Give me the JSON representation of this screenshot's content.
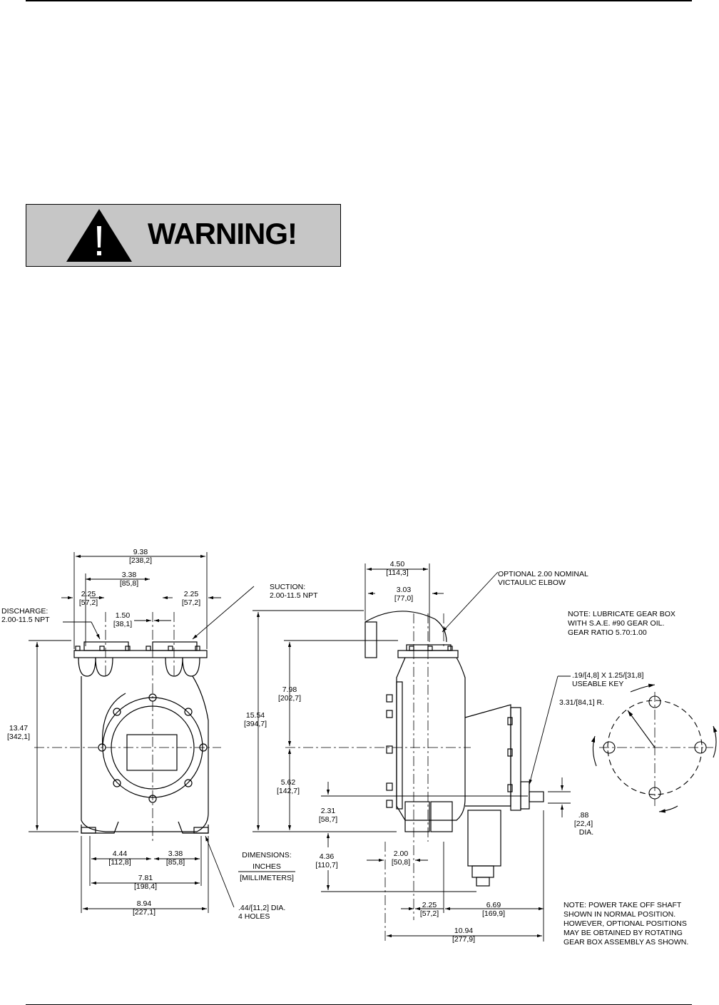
{
  "warning": {
    "label": "WARNING!",
    "icon": "warning-triangle-icon",
    "box_color": "#c6c6c6"
  },
  "front": {
    "overall_width": [
      "9.38",
      "[238,2]"
    ],
    "port_spacing": [
      "3.38",
      "[85,8]"
    ],
    "discharge_offset": [
      "2.25",
      "[57,2]"
    ],
    "suction_offset": [
      "2.25",
      "[57,2]"
    ],
    "center_offset": [
      "1.50",
      "[38,1]"
    ],
    "discharge": [
      "DISCHARGE:",
      "2.00-11.5 NPT"
    ],
    "suction": [
      "SUCTION:",
      "2.00-11.5 NPT"
    ],
    "height": [
      "13.47",
      "[342,1]"
    ],
    "base_left": [
      "4.44",
      "[112,8]"
    ],
    "base_right": [
      "3.38",
      "[85,8]"
    ],
    "base_holes": [
      "7.81",
      "[198,4]"
    ],
    "base_width": [
      "8.94",
      "[227,1]"
    ],
    "holes": [
      ".44/[11,2] DIA.",
      "4 HOLES"
    ]
  },
  "legend": {
    "title": "DIMENSIONS:",
    "inches": "INCHES",
    "mm": "[MILLIMETERS]"
  },
  "side": {
    "top_width": [
      "4.50",
      "[114,3]"
    ],
    "elbow_offset": [
      "3.03",
      "[77,0]"
    ],
    "elbow_note": [
      "OPTIONAL 2.00 NOMINAL",
      "VICTAULIC ELBOW"
    ],
    "overall_height": [
      "15.54",
      "[394,7]"
    ],
    "upper_height": [
      "7.98",
      "[202,7]"
    ],
    "lower_height": [
      "5.62",
      "[142,7]"
    ],
    "shaft_height": [
      "2.31",
      "[58,7]"
    ],
    "gearbox_drop": [
      "4.36",
      "[110,7]"
    ],
    "base_offset": [
      "2.00",
      "[50,8]"
    ],
    "base_width": [
      "2.25",
      "[57,2]"
    ],
    "shaft_length": [
      "6.69",
      "[169,9]"
    ],
    "overall_length": [
      "10.94",
      "[277,9]"
    ],
    "shaft_dia": [
      ".88",
      "[22,4]",
      "DIA."
    ],
    "key": [
      ".19/[4,8] X 1.25/[31,8]",
      "USEABLE KEY"
    ],
    "radius": "3.31/[84,1] R."
  },
  "notes": {
    "lube": [
      "NOTE: LUBRICATE GEAR BOX",
      "WITH S.A.E. #90 GEAR OIL.",
      "GEAR RATIO 5.70:1.00"
    ],
    "pto": [
      "NOTE: POWER TAKE OFF SHAFT",
      "SHOWN IN NORMAL POSITION.",
      "HOWEVER, OPTIONAL POSITIONS",
      "MAY BE OBTAINED BY ROTATING",
      "GEAR BOX ASSEMBLY AS SHOWN."
    ]
  }
}
